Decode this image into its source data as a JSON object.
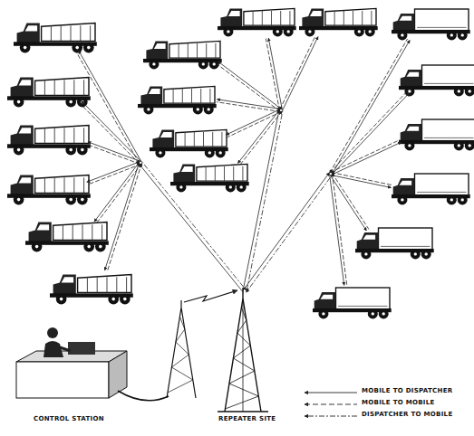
{
  "diagram": {
    "labels": [
      "CONTROL STATION",
      "REPEATER SITE"
    ],
    "legend": [
      {
        "text": "MOBILE TO DISPATCHER"
      },
      {
        "text": "MOBILE TO MOBILE"
      },
      {
        "text": "DISPATCHER TO MOBILE"
      }
    ]
  }
}
